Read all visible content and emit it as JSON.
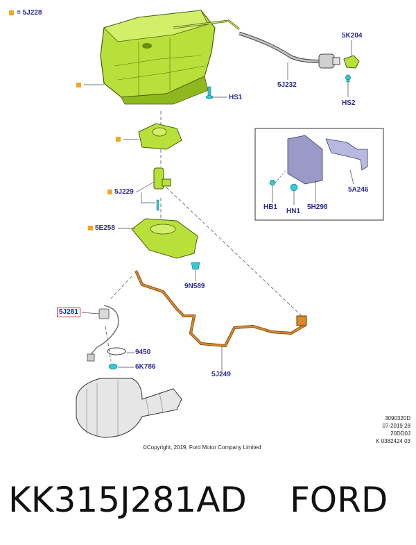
{
  "legend": {
    "marker_text": "= 5J228",
    "marker_color": "#f2a81d"
  },
  "labels": {
    "5K204": "5K204",
    "5J232": "5J232",
    "HS1": "HS1",
    "HS2": "HS2",
    "5J229": "5J229",
    "5E258": "5E258",
    "9N589": "9N589",
    "5J281": "5J281",
    "9450": "9450",
    "6K786": "6K786",
    "5J249": "5J249",
    "HB1": "HB1",
    "HN1": "HN1",
    "5H298": "5H298",
    "5A246": "5A246"
  },
  "stamp": {
    "line1": "3090320D",
    "line2": "07-2019 28",
    "line3": "20DD0J",
    "line4": "K 0382424 03"
  },
  "copyright": "©Copyright, 2019, Ford Motor Company Limited",
  "part_number": "KK315J281AD",
  "brand": "FORD",
  "colors": {
    "part_green": "#b8e03a",
    "fastener_cyan": "#33c9d6",
    "harness_orange": "#d9892a",
    "label_blue": "#2a2a9a",
    "highlight_red": "#d0202a"
  }
}
